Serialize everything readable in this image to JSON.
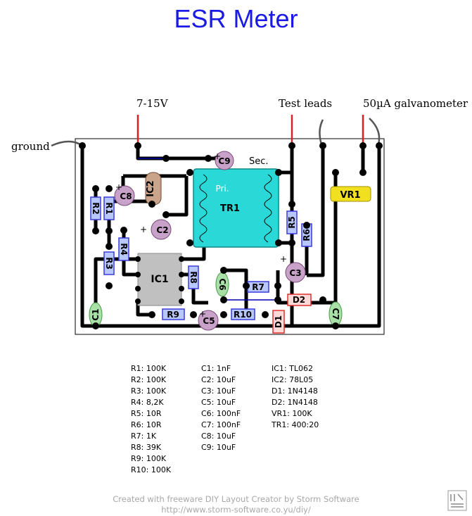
{
  "title": "ESR Meter",
  "labels": {
    "supply": "7-15V",
    "test_leads": "Test leads",
    "galvanometer": "50µA galvanometer",
    "ground": "ground"
  },
  "components": {
    "IC1": "IC1",
    "IC2": "IC2",
    "TR1": "TR1",
    "VR1": "VR1",
    "R1": "R1",
    "R2": "R2",
    "R3": "R3",
    "R4": "R4",
    "R5": "R5",
    "R6": "R6",
    "R7": "R7",
    "R8": "R8",
    "R9": "R9",
    "R10": "R10",
    "C1": "C1",
    "C2": "C2",
    "C3": "C3",
    "C5": "C5",
    "C6": "C6",
    "C7": "C7",
    "C8": "C8",
    "C9": "C9",
    "D1": "D1",
    "D2": "D2",
    "pri": "Pri.",
    "sec": "Sec.",
    "plus": "+"
  },
  "bom": {
    "resistors": [
      "R1: 100K",
      "R2: 100K",
      "R3: 100K",
      "R4: 8,2K",
      "R5: 10R",
      "R6: 10R",
      "R7: 1K",
      "R8: 39K",
      "R9: 100K",
      "R10: 100K"
    ],
    "capacitors": [
      "C1: 1nF",
      "C2: 10uF",
      "C3: 10uF",
      "C5: 10uF",
      "C6: 100nF",
      "C7: 100nF",
      "C8: 10uF",
      "C9: 10uF"
    ],
    "semis": [
      "IC1: TL062",
      "IC2: 78L05",
      "D1: 1N4148",
      "D2: 1N4148",
      "VR1: 100K",
      "TR1: 400:20"
    ]
  },
  "footer": {
    "line1": "Created with freeware DIY Layout Creator by Storm Software",
    "line2": "http://www.storm-software.co.yu/diy/"
  },
  "colors": {
    "title": "#1a1ae6",
    "track": "#000000",
    "resistor": "#3b3bd9",
    "resistor_fill": "#b8c8ff",
    "electrolytic": "#c8a2c8",
    "ceramic": "#a8e0a8",
    "diode": "#e03030",
    "ic": "#c0c0c0",
    "transformer": "#2ad8d8",
    "pot": "#f0e020",
    "wire_red": "#e02020"
  }
}
